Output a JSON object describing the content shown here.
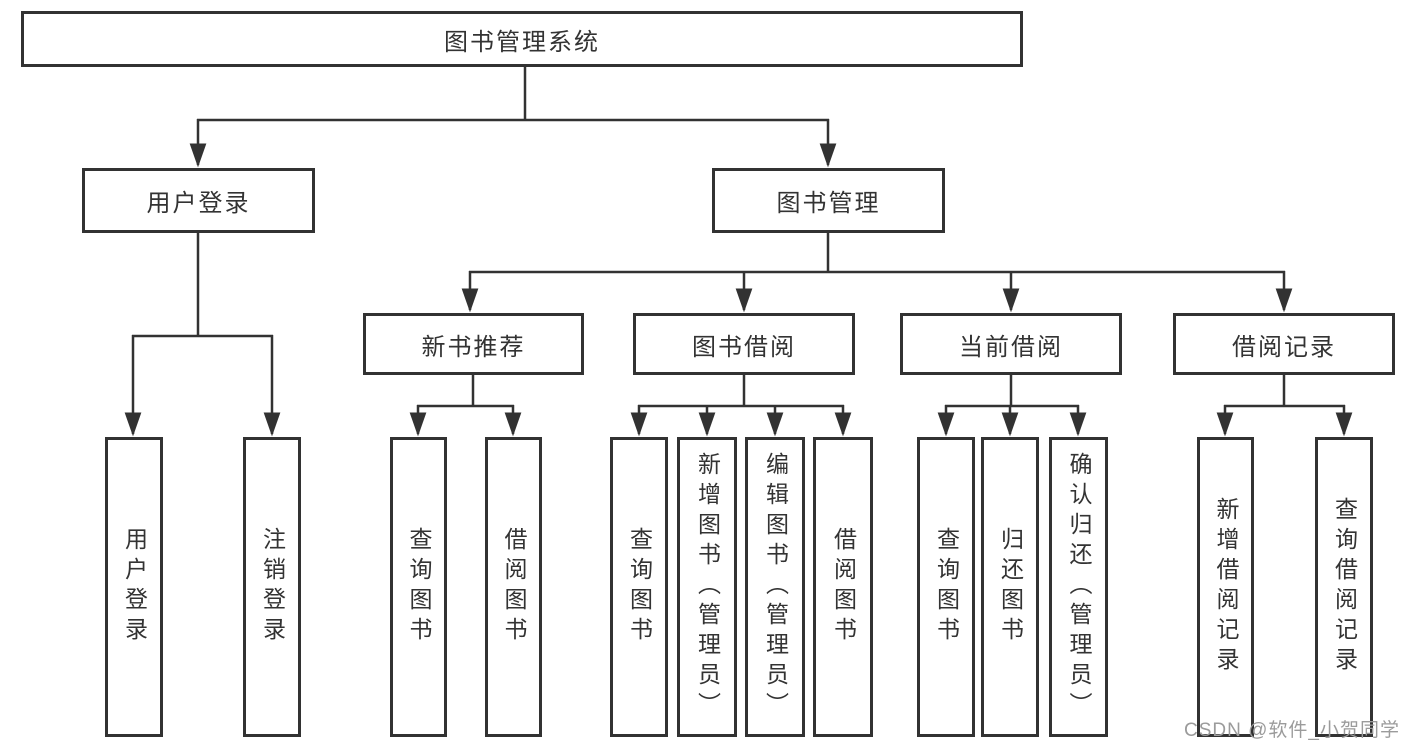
{
  "tree": {
    "root": "图书管理系统",
    "children": [
      {
        "label": "用户登录",
        "children": [
          {
            "label": "用户登录"
          },
          {
            "label": "注销登录"
          }
        ]
      },
      {
        "label": "图书管理",
        "children": [
          {
            "label": "新书推荐",
            "children": [
              {
                "label": "查询图书"
              },
              {
                "label": "借阅图书"
              }
            ]
          },
          {
            "label": "图书借阅",
            "children": [
              {
                "label": "查询图书"
              },
              {
                "label": "新增图书（管理员）"
              },
              {
                "label": "编辑图书（管理员）"
              },
              {
                "label": "借阅图书"
              }
            ]
          },
          {
            "label": "当前借阅",
            "children": [
              {
                "label": "查询图书"
              },
              {
                "label": "归还图书"
              },
              {
                "label": "确认归还（管理员）"
              }
            ]
          },
          {
            "label": "借阅记录",
            "children": [
              {
                "label": "新增借阅记录"
              },
              {
                "label": "查询借阅记录"
              }
            ]
          }
        ]
      }
    ]
  },
  "watermark": {
    "text": "CSDN @软件_小贺同学"
  },
  "colors": {
    "line": "#323232",
    "box_border": "#323232",
    "box_background": "#ffffff",
    "text": "#333333",
    "watermark": "#9b9b9b"
  }
}
